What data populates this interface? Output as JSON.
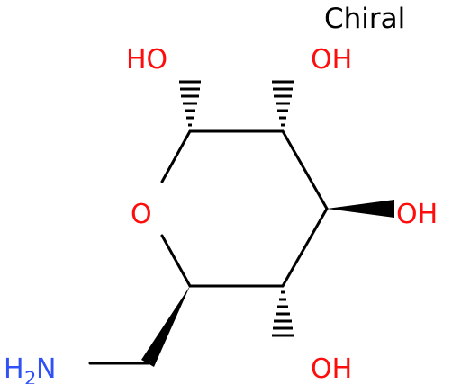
{
  "molecule": {
    "stereo_label": "Chiral",
    "atoms": {
      "ho_c1": "HO",
      "oh_c2": "OH",
      "oh_c3": "OH",
      "oh_c4": "OH",
      "ring_oxygen": "O",
      "amine_h": "H",
      "amine_subscript": "2",
      "amine_n": "N"
    },
    "colors": {
      "oxygen": "#ff0d0d",
      "nitrogen": "#3050f8",
      "carbon_bond": "#000000",
      "text": "#000000"
    }
  }
}
